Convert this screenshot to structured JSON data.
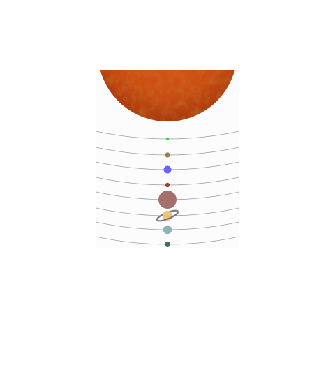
{
  "scene": {
    "background_color": "#ffffff",
    "panel_color": "#fcfcfc",
    "orbit_color": "#9a9a9a",
    "sun": {
      "name": "sun",
      "colors": [
        "#b8410c",
        "#e2581a",
        "#c94e12",
        "#a83a0c"
      ]
    },
    "planets": [
      {
        "name": "mercury",
        "color": "#3fd14a"
      },
      {
        "name": "venus",
        "color": "#9a7b4c"
      },
      {
        "name": "earth",
        "color": "#6a64ff"
      },
      {
        "name": "mars",
        "color": "#a13e2b"
      },
      {
        "name": "jupiter",
        "color": "#a56f6a"
      },
      {
        "name": "saturn",
        "color": "#efc27b",
        "ring_color": "#7b7b7b"
      },
      {
        "name": "uranus",
        "color": "#8fb2bb"
      },
      {
        "name": "neptune",
        "color": "#3f6e6c"
      }
    ]
  }
}
